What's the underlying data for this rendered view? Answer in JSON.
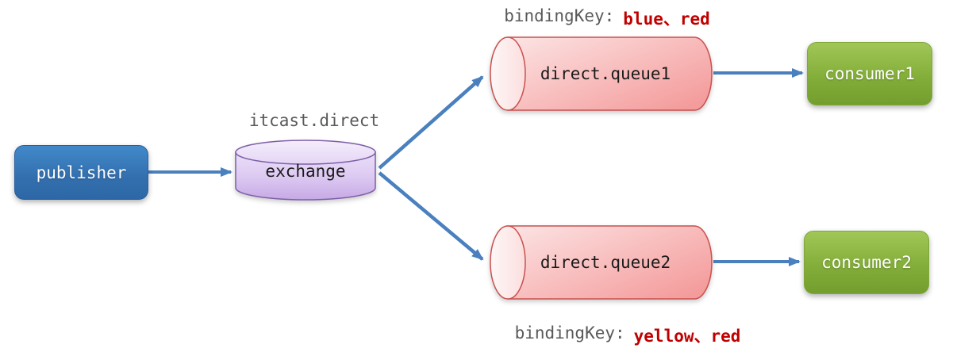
{
  "nodes": {
    "publisher": {
      "label": "publisher"
    },
    "exchange": {
      "label": "exchange",
      "name": "itcast.direct"
    },
    "queue1": {
      "label": "direct.queue1"
    },
    "queue2": {
      "label": "direct.queue2"
    },
    "consumer1": {
      "label": "consumer1"
    },
    "consumer2": {
      "label": "consumer2"
    }
  },
  "bindings": {
    "queue1": {
      "prefix": "bindingKey:",
      "keys": "blue、red"
    },
    "queue2": {
      "prefix": "bindingKey:",
      "keys": "yellow、red"
    }
  },
  "colors": {
    "arrow_blue": "#4a80be",
    "binding_keys_red": "#c00000",
    "secondary_label_gray": "#595959",
    "publisher_blue": "#3578bd",
    "consumer_green": "#84ae3a",
    "exchange_purple_fill": "#d9c4f0",
    "exchange_purple_stroke": "#7e5fa8",
    "queue_pink_fill": "#f7b0b0",
    "queue_pink_stroke": "#c9504e"
  }
}
